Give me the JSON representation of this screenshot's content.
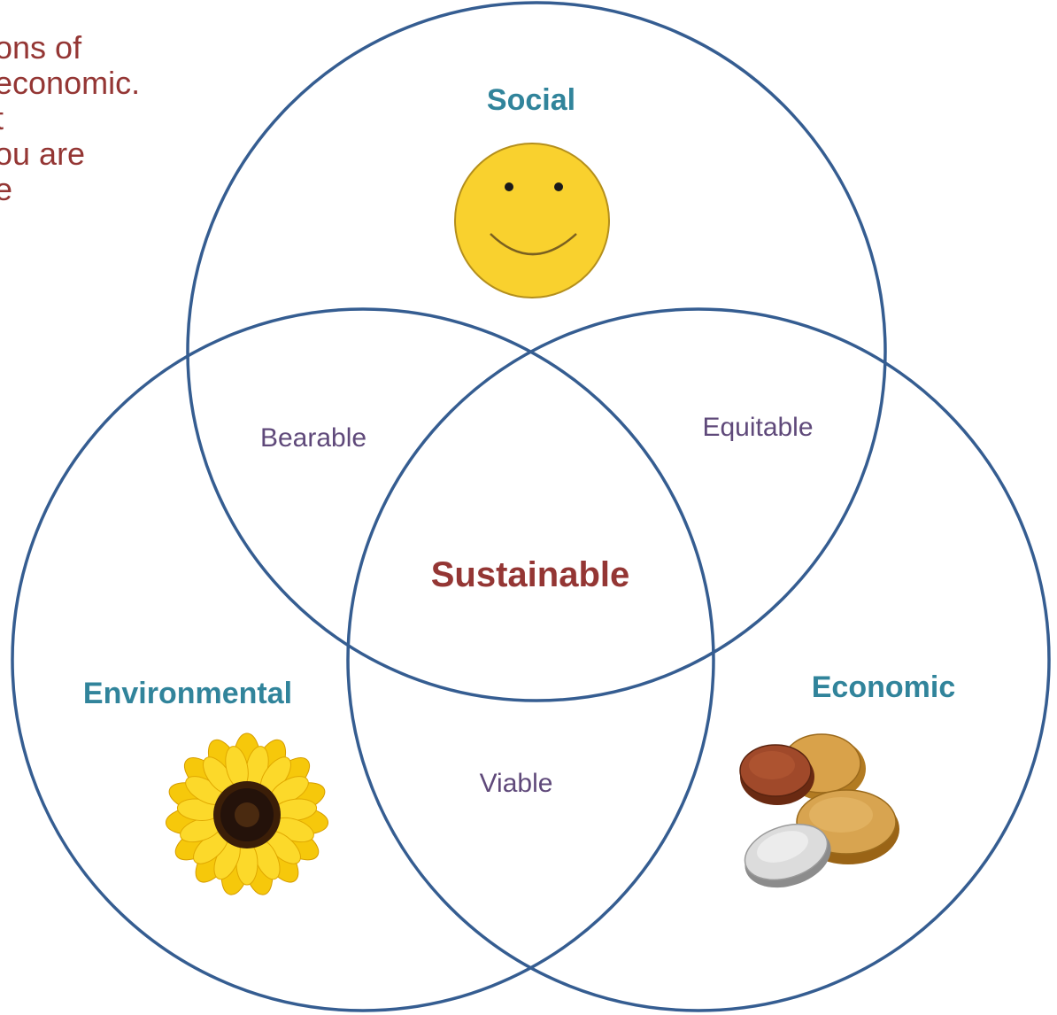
{
  "intro_lines": [
    "ons of",
    "economic.",
    "t",
    "ou are",
    "e"
  ],
  "circles": {
    "social": "Social",
    "environmental": "Environmental",
    "economic": "Economic"
  },
  "overlaps": {
    "bearable": "Bearable",
    "equitable": "Equitable",
    "viable": "Viable",
    "sustainable": "Sustainable"
  },
  "icons": {
    "social": "smiley-face-icon",
    "environmental": "sunflower-icon",
    "economic": "coins-icon"
  },
  "colors": {
    "circle_stroke": "#355d91",
    "pillar_label": "#31849b",
    "center_label": "#943634",
    "overlap_label": "#5f497a",
    "intro_text": "#943634"
  }
}
